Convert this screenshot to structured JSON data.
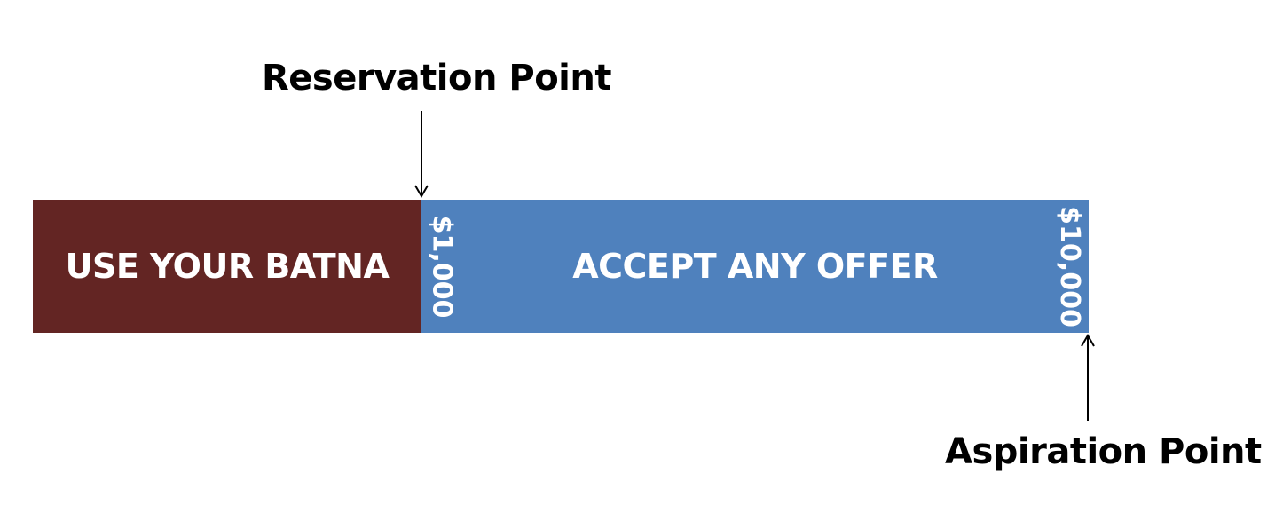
{
  "labels": {
    "reservation_point": "Reservation Point",
    "aspiration_point": "Aspiration Point"
  },
  "segments": {
    "batna": {
      "text": "USE YOUR BATNA",
      "color": "#632523"
    },
    "accept": {
      "text": "ACCEPT ANY OFFER",
      "color": "#4f81bd"
    }
  },
  "values": {
    "low": "$1,000",
    "high": "$10,000"
  },
  "arrows": {
    "reservation": "arrow-down-icon",
    "aspiration": "arrow-up-icon"
  }
}
